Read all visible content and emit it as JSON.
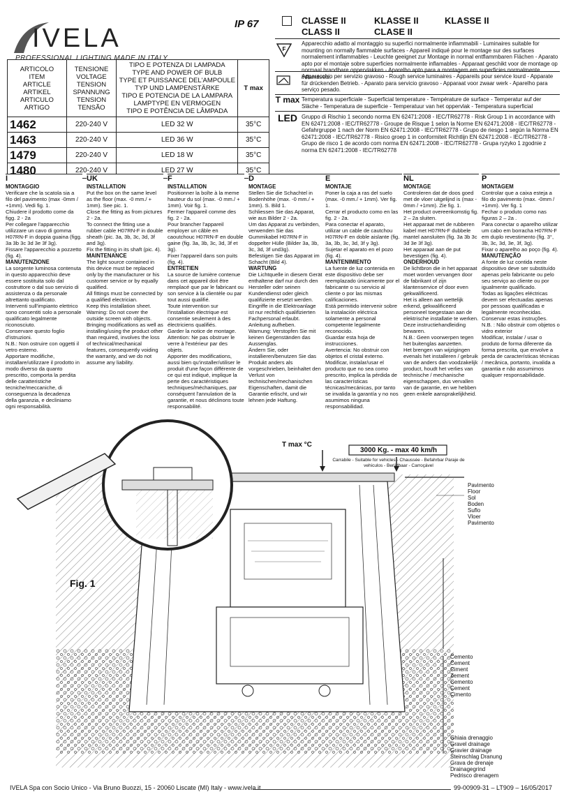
{
  "header": {
    "brand": "IVELA",
    "tagline": "PROFESSIONAL LIGHTING MADE IN ITALY",
    "ip": "IP 67",
    "class_labels": [
      "CLASSE II",
      "KLASSE II",
      "KLASSE II",
      "CLASS II",
      "CLASE II"
    ]
  },
  "spec_table": {
    "col_article": [
      "ARTICOLO",
      "ITEM",
      "ARTICLE",
      "ARTIKEL",
      "ARTICULO",
      "ARTIGO"
    ],
    "col_voltage": [
      "TENSIONE",
      "VOLTAGE",
      "TENSION",
      "SPANNUNG",
      "TENSION",
      "TENSÃO"
    ],
    "col_type": [
      "TIPO E POTENZA DI LAMPADA",
      "TYPE AND POWER OF BULB",
      "TYPE ET PUISSANCE DEL'AMPOULE",
      "TYP UND LAMPENSTÄRKE",
      "TIPO E POTENCIA DE LA LAMPARA",
      "LAMPTYPE EN VERMOGEN",
      "TIPO E POTÊNCIA DE LÂMPADA"
    ],
    "col_tmax": "T max",
    "rows": [
      {
        "code": "1462",
        "voltage": "220-240 V",
        "lamp": "LED 32 W",
        "tmax": "35°C"
      },
      {
        "code": "1463",
        "voltage": "220-240 V",
        "lamp": "LED 36 W",
        "tmax": "35°C"
      },
      {
        "code": "1479",
        "voltage": "220-240 V",
        "lamp": "LED 18 W",
        "tmax": "35°C"
      },
      {
        "code": "1480",
        "voltage": "220-240 V",
        "lamp": "LED 27 W",
        "tmax": "35°C"
      }
    ]
  },
  "symbols": [
    {
      "icon": "F",
      "text": "Apparecchio adatto al montaggio su superfici normalmente infiammabili - Luminaires suitable for mounting on normally flammable surfaces - Appareil indiqué pour le montage sur des surfaces normalement inflammables - Leuchte geeignet zur Montage in normal entflammbaren Flächen - Aparato apto por el montaje sobre superficies normalmente inflamables - Apparaat geschikt voor de montage op normaal brandbare oppervlakken - Aparelho apto para a montagem em superficies normalmente inflamáveis."
    },
    {
      "icon": "",
      "text": "Apparecchio per servizio gravoso - Rough service luminaires - Appareils pour service lourd - Apparate für drückenden Betrieb. - Aparato para servicio gravoso - Apparaat voor zwaar werk - Aparelho para serviço pesado."
    },
    {
      "icon": "T max",
      "text": "Temperatura superficiale - Superficial temperature - Température de surface - Temperatur auf der Släche - Temperatura de superficie - Temperatuur van het oppervlak - Temperatura superficial"
    },
    {
      "icon": "LED",
      "text": "Gruppo di Rischio 1 secondo norma EN 62471:2008 - IEC/TR62778 - Risk Group 1 in accordance with EN 62471:2008 - IEC/TR62778 - Groupe de Risque 1 selon la Norme EN 62471:2008 - IEC/TR62778 - Gefahrgruppe 1 nach der Norm EN 62471:2008 - IEC/TR62778 - Grupo de riesgo 1 según la Norma EN 62471:2008 - IEC/TR62778 - Risico groep 1 in conformiteit Richtlijn EN 62471:2008 - IEC/TR62778 - Grupo de risco 1 de acordo com norma EN 62471:2008 - IEC/TR62778 - Grupa ryzyko 1 zgodnie z norma EN 62471:2008 - IEC/TR62778"
    }
  ],
  "languages": [
    {
      "code": "I",
      "text": "<b>MONTAGGIO</b>Verificare che la scatola sia a filo del pavimento (max -0mm / +1mm). Vedi fig. 1.<br>Chiudere il prodotto come da figg. 2 - 2a<br>Per collegare l'apparecchio utilizzare un cavo di gomma H07RN-F in doppia guaina (figg. 3a 3b 3c 3d 3e 3f 3g).<br>Fissare l'apparecchio a pozzetto (fig. 4).<b>MANUTENZIONE</b>La sorgente luminosa contenuta in questo apparecchio deve essere sostituita solo dal costruttore o dal suo servizio di assistenza o da personale altrettanto qualificato.<br>Interventi sull'impianto elettrico sono consentiti solo a personale qualificato legalmente riconosciuto.<br>Conservare questo foglio d'istruzioni.<br>N.B.: Non ostruire con oggetti il vetro esterno.<br>Apportare modifiche, installare/utilizzare il prodotto in modo diverso da quanto prescritto, comporta la perdita delle caratteristiche tecniche/meccaniche, di conseguenza la decadenza della garanzia, e decliniamo ogni responsabilità."
    },
    {
      "code": "UK",
      "text": "<b>INSTALLATION</b>Put the box on the same level as the floor (max. -0 mm./ + 1mm). See pic. 1.<br>Close the fitting as from pictures 2 - 2a.<br>To connect the fitting use a rubber cable H07RN-F in double sheath (pic. 3a, 3b, 3c, 3d, 3f and 3g).<br>Fix the fitting in its shaft (pic. 4).<b>MAINTENANCE</b>The light source contained in this device must be replaced only by the manufacturer or his customer service or by equally qualified.<br>All fittings must be connected by a qualified electrician.<br>Keep this installation sheet.<br>Warning: Do not cover the outside screen with objects.<br>Bringing modifications as well as installing/using the product other than required, involves the loss of technical/mechanical features, consequently voiding the warranty, and we do not assume any liability."
    },
    {
      "code": "F",
      "text": "<b>INSTALLATION</b>Positionner la boîte à la meme hauteur du sol (max. -0 mm./ + 1mm). Voir fig. 1.<br>Fermer l'appareil comme des fig. 2 - 2a.<br>Pour brancher l'appareil employer un câble en caoutchouc H07RN-F en double gaine (fig. 3a, 3b, 3c, 3d, 3f et 3g).<br>Fixer l'appareil dans son puits (fig. 4).<b>ENTRETIEN</b>La source de lumière contenue dans cet appareil doit être remplacé que par le fabricant ou son service à la clientèle ou par tout aussi qualifié.<br>Toute intervention sur l'installation électrique est consentie seulement à des électriciens qualifiés.<br>Garder la notice de montage.<br>Attention: Ne pas obstruer le verre à l'extérieur par des objets.<br>Apporter des modifications, aussi bien qu'installer/utiliser le produit d'une façon différente de ce qui est indiqué, implique la perte des caractéristiques techniques/méchaniques, par conséquent l'annulation de la garantie, et nous déclinons toute responsabilité."
    },
    {
      "code": "D",
      "text": "<b>MONTAGE</b>Stellen Sie die Schachtel in Bodenhöhe (max. -0 mm./ + 1mm). S. Bild 1.<br>Schliessen Sie das Apparat, wie aus Bilder 2 - 2a.<br>Um das Apparat zu verbinden, verwenden Sie das Gummikabel H07RN-F in doppelter Hülle (Bilder 3a, 3b, 3c, 3d, 3f und3g).<br>Befestigen Sie das Apparat im Schacht (Bild 4).<b>WARTUNG</b>Die Lichtquelle in diesem Gerät enthaltene darf nur durch den Hersteller oder seinen Kundendienst oder gleich qualifizierte ersetzt werden.<br>Eingriffe in die Elektroanlage ist nur rechtlich qualifizierten Fachpersonal erlaubt.<br>Anleitung aufheben.<br>Warnung: Verstopfen Sie mit keinen Gegenständen das Aussenglas.<br>Ändern Sie, oder installieren/benutzen Sie das Produkt anders als vorgeschrieben, beinhaltet den Verlust von technischen/mechanischen Eigenschaften, damit die Garantie erlischt, und wir lehnen jede Haftung."
    },
    {
      "code": "E",
      "text": "<b>MONTAJE</b>Poner la caja a ras del suelo (max. -0 mm./ + 1mm). Ver fig. 1.<br>Cerrar el producto como en las fig. 2 - 2a.<br>Para conectar el aparato, utilizar un cable de cautchou H07RN-F en doble aislante (fig. 3a, 3b, 3c, 3d, 3f y 3g).<br>Sujetar el aparato en el pozo (fig. 4).<b>MANTENIMIENTO</b>La fuente de luz contenida en este dispositivo debe ser reemplazado únicamente por el fabricante o su servicio al cliente o por las mismas calificaciones.<br>Está permitido intervenir sobre la instalación eléctrica solamente a personal competente legalmente reconocido.<br>Guardar esta hoja de instrucciones.<br>Avertencia: No obstruir con objetos el cristal externo.<br>Modificar, instalar/usar el producto que no sea como prescrito, implica la pérdida de las características técnicas/mecánicas, por tanto se invalida la garantía y no nos asumimos ninguna responsabilidad."
    },
    {
      "code": "NL",
      "text": "<b>MONTAGE</b>Controleren dat de doos goed met de vloer uitgelijnd is (max - 0mm / +1mm). Zie fig. 1.<br>Het product overeenkomstig fig. 2 – 2a sluiten.<br>Het apparaat met de rubberen kabel met H07RN-F dubbele mantel aansluiten (fig. 3a 3b 3c 3d 3e 3f 3g).<br>Het apparaat aan de put bevestigen (fig. 4).<b>ONDERHOUD</b>De lichtbron die in het apparaat moet worden vervangen door de fabrikant of zijn klantenservice of door even gekwalificeerd.<br>Het is alleen aan wettelijk erkend, gekwalificeerd personeel toegestaan aan de elektrische installatie te werken.<br>Deze instructiehandleiding bewaren.<br>N.B.: Geen voorwerpen tegen het buitenglas aanzetten.<br>Het brengen van wijzigingen evenals het installeren / gebruik van de anders dan voodzakelijk product, houdt het verlies van technische / mechanische eigenschappen, dus vervallen van de garantie, en we hebben geen enkele aansprakelijkheid."
    },
    {
      "code": "P",
      "text": "<b>MONTAGEM</b>Controlar que a caixa esteja a filo do pavimento (max. -0mm / +1mm). Ver fig. 1<br>Fechar o produto como nas figuras 2 – 2a .<br>Para conectar o aparelho utilizar um cabo em borracha H07RN-F em duplo revestimento (fig. 3°, 3b, 3c, 3d, 3e, 3f, 3g).<br>Fixar o aparelho ao poço (fig. 4).<b>MANUTENÇÃO</b>A fonte de luz contida neste dispositivo deve ser substituído apenas pelo fabricante ou pelo seu serviço ao cliente ou por igualmente qualificado.<br>Todas as ligações eléctricas devem ser efectuadas apenas por pessoas qualificadas e legalmente reconhecidas.<br>Conservar estas instruções.<br>N.B. : Não obstruir com objetos o vidro exterior<br>Modificar, instalar / usar o produto de forma diferente da forma prescrita, que envolve a perda de características técnicas / mecânica, portanto, invalida a garantia e não assumimos qualquer responsabilidade."
    }
  ],
  "drawing": {
    "fig_label": "Fig. 1",
    "tmax_label": "T max °C",
    "load_title": "3000 Kg. - max 40 km/h",
    "load_sub": "Carrabile - Suitable for vehicles - Chaussée - Befahrbar Paraje de vehiculos - Berijdbaar - Carroçável",
    "floor": [
      "Pavimento",
      "Floor",
      "Sol",
      "Boden",
      "Suflo",
      "Vloer",
      "Pavimento"
    ],
    "cement": [
      "Cemento",
      "Cement",
      "Ciment",
      "Zement",
      "Cemento",
      "Cement",
      "Cimento"
    ],
    "gravel": [
      "Ghiaia drenaggio",
      "Gravel drainage",
      "Gravier drainage",
      "Steinschlag Dranung",
      "Grava de drenaje",
      "Drainagegrind",
      "Pedrisco drenagem"
    ]
  },
  "footer": {
    "left": "IVELA Spa con Socio Unico - Via Bruno Buozzi, 15 - 20060 Liscate (MI) Italy - www.ivela.it",
    "right": "99-00909-31 – LT909 – 16/05/2017"
  }
}
